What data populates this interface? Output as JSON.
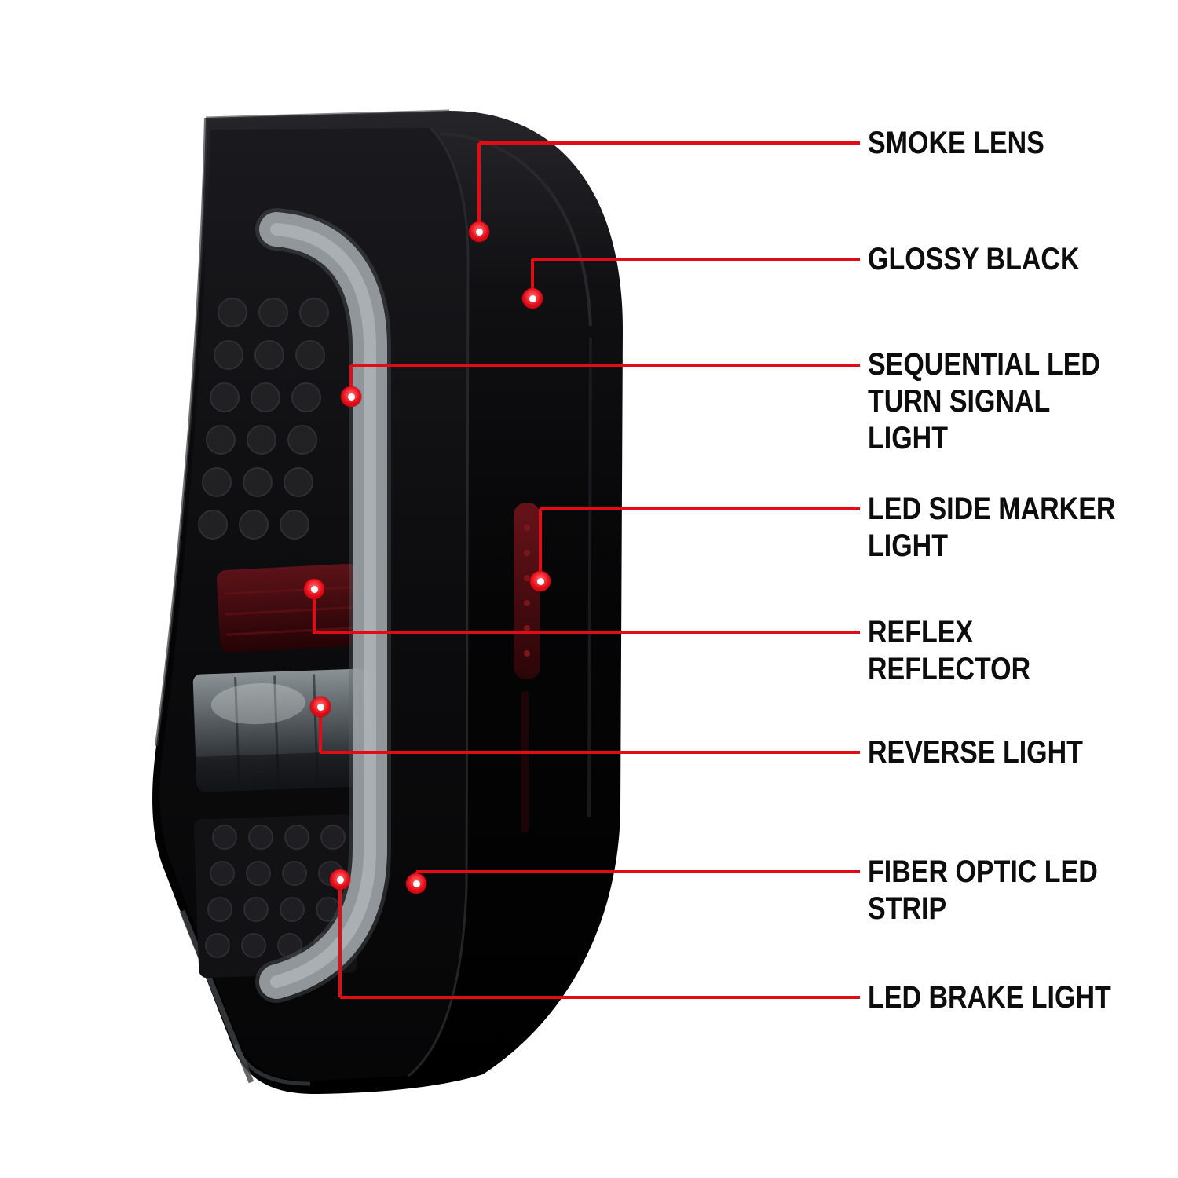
{
  "diagram": {
    "type": "product-callout-diagram",
    "subject": "smoked LED tail light"
  },
  "colors": {
    "background": "#ffffff",
    "accent_red": "#e30b16",
    "label_text": "#0d0d0d",
    "housing_black": "#000000",
    "light_bar_gray": "#9aa0a4"
  },
  "callouts": [
    {
      "label": "SMOKE LENS"
    },
    {
      "label": "GLOSSY BLACK"
    },
    {
      "label": "SEQUENTIAL LED\nTURN SIGNAL LIGHT"
    },
    {
      "label": "LED SIDE MARKER LIGHT"
    },
    {
      "label": "REFLEX REFLECTOR"
    },
    {
      "label": "REVERSE LIGHT"
    },
    {
      "label": "FIBER OPTIC LED STRIP"
    },
    {
      "label": "LED BRAKE LIGHT"
    }
  ]
}
